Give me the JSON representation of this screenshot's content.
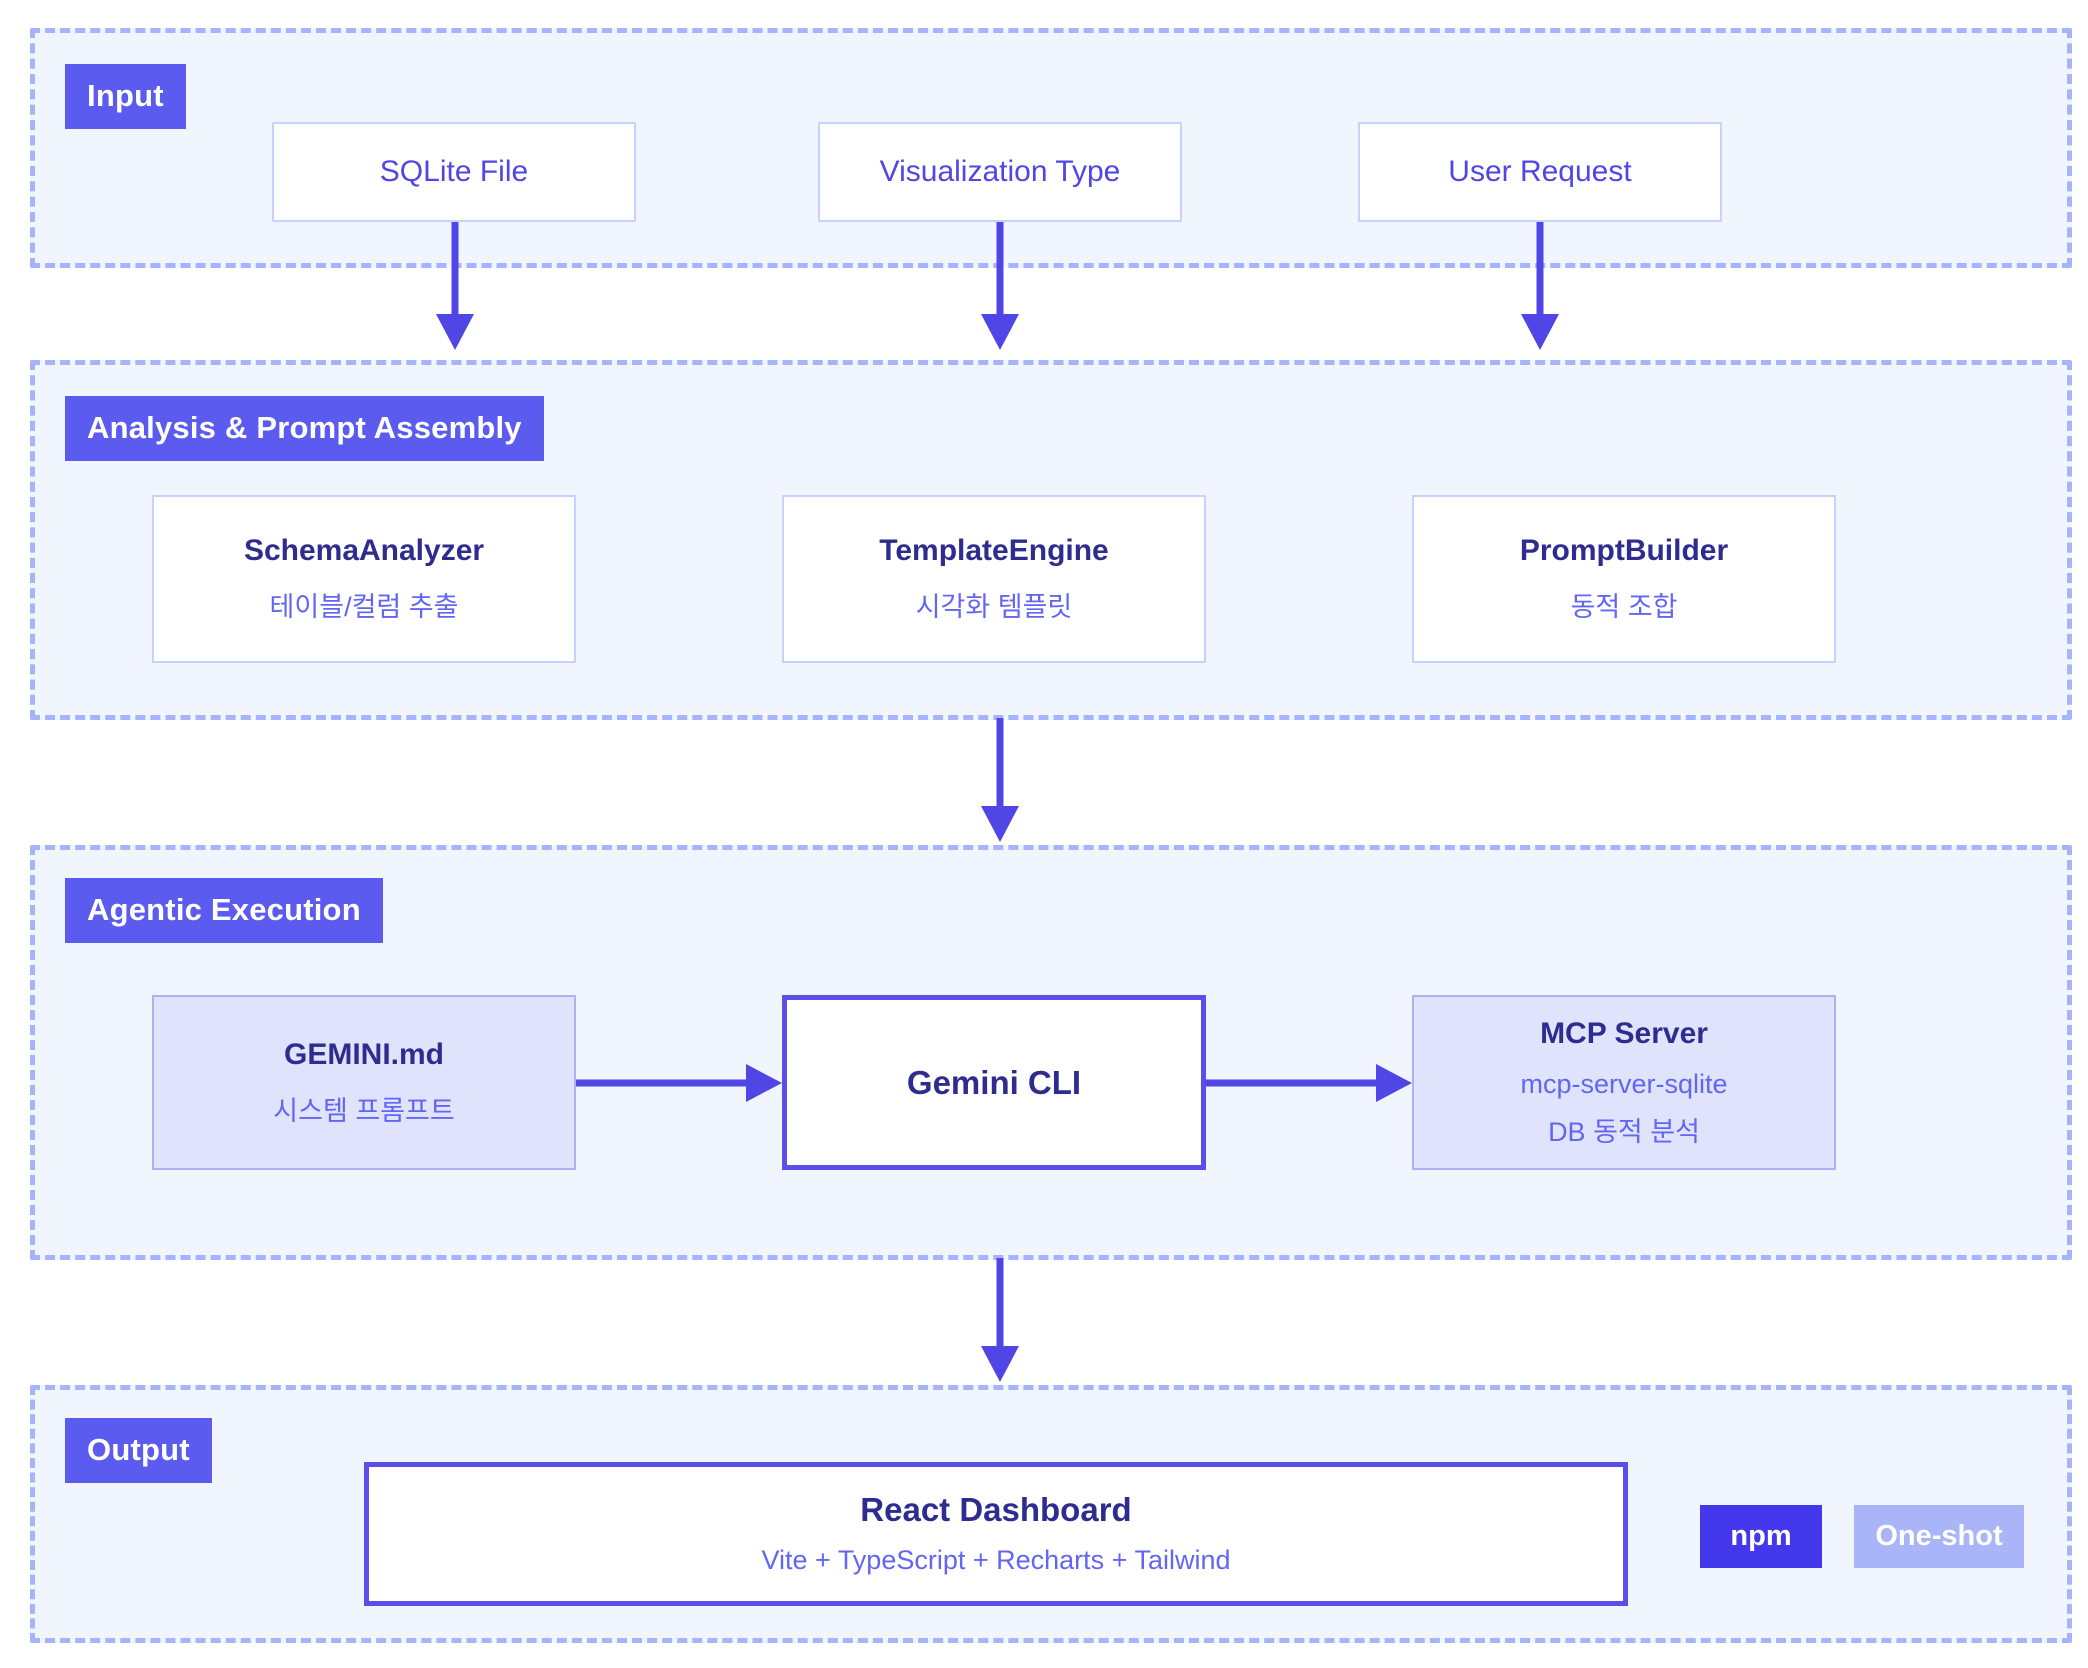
{
  "colors": {
    "section_bg": "#f1f5fe",
    "section_border": "#a5b4fc",
    "label_bg": "#5b5bef",
    "accent": "#4f46e5",
    "node_title": "#2e2c8f",
    "node_sub": "#6366f1",
    "fill_node_bg": "#dfe3fb",
    "badge_npm_bg": "#4338ec",
    "badge_oneshot_bg": "#aab4f8",
    "page_bg": "#ffffff"
  },
  "sections": [
    {
      "id": "input",
      "label": "Input",
      "nodes": [
        {
          "id": "sqlite-file",
          "title": "SQLite File",
          "sub": ""
        },
        {
          "id": "visualization-type",
          "title": "Visualization Type",
          "sub": ""
        },
        {
          "id": "user-request",
          "title": "User Request",
          "sub": ""
        }
      ]
    },
    {
      "id": "analysis",
      "label": "Analysis & Prompt Assembly",
      "nodes": [
        {
          "id": "schema-analyzer",
          "title": "SchemaAnalyzer",
          "sub": "테이블/컬럼 추출"
        },
        {
          "id": "template-engine",
          "title": "TemplateEngine",
          "sub": "시각화 템플릿"
        },
        {
          "id": "prompt-builder",
          "title": "PromptBuilder",
          "sub": "동적 조합"
        }
      ]
    },
    {
      "id": "agentic",
      "label": "Agentic Execution",
      "nodes": [
        {
          "id": "gemini-md",
          "title": "GEMINI.md",
          "sub": "시스템 프롬프트"
        },
        {
          "id": "gemini-cli",
          "title": "Gemini CLI",
          "sub": ""
        },
        {
          "id": "mcp-server",
          "title": "MCP Server",
          "sub": "mcp-server-sqlite",
          "sub2": "DB 동적 분석"
        }
      ]
    },
    {
      "id": "output",
      "label": "Output",
      "nodes": [
        {
          "id": "react-dashboard",
          "title": "React Dashboard",
          "sub": "Vite + TypeScript + Recharts + Tailwind"
        }
      ],
      "badges": [
        {
          "id": "npm",
          "label": "npm"
        },
        {
          "id": "one-shot",
          "label": "One-shot"
        }
      ]
    }
  ]
}
